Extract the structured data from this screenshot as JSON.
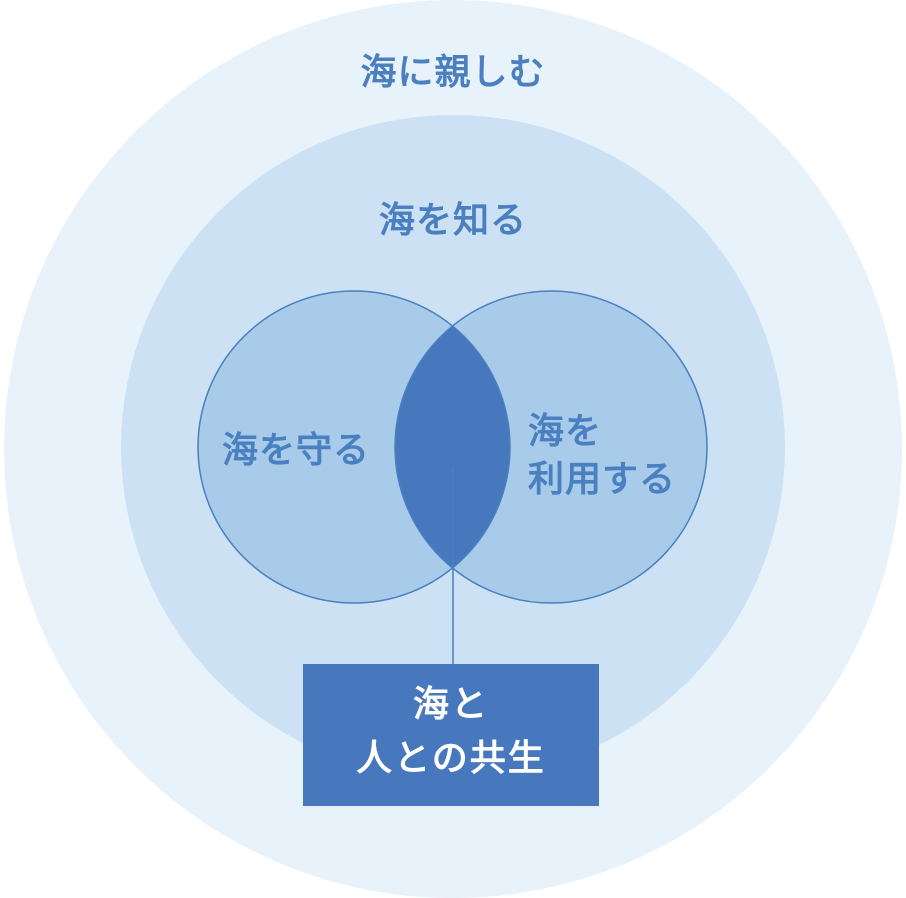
{
  "diagram": {
    "outer_label": "海に親しむ",
    "middle_label": "海を知る",
    "left_label": "海を守る",
    "right_label_line1": "海を",
    "right_label_line2": "利用する",
    "center_label_line1": "海と",
    "center_label_line2": "人との共生"
  },
  "colors": {
    "outer_circle": "#e8f2fb",
    "middle_circle": "#cde1f4",
    "inner_circles": "#a9cbea",
    "inner_stroke": "#4a7fc0",
    "intersection": "#4778bd",
    "center_box": "#4778bd",
    "label_text": "#4a7fc0",
    "center_text": "#ffffff"
  }
}
